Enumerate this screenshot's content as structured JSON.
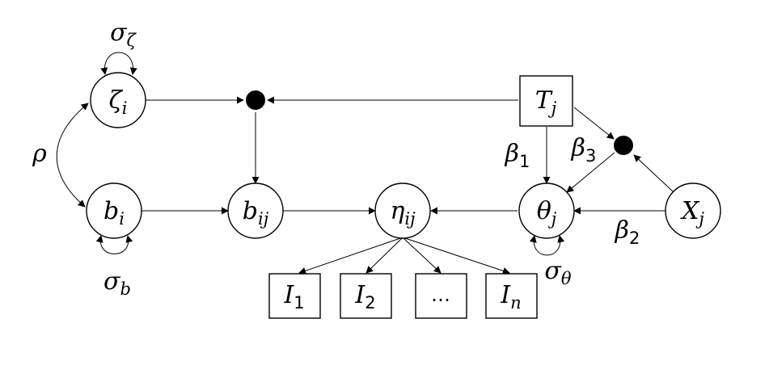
{
  "diagram": {
    "nodes": {
      "zeta_i": {
        "main": "ζ",
        "sub": "i"
      },
      "b_i": {
        "main": "b",
        "sub": "i"
      },
      "b_ij": {
        "main": "b",
        "sub": "ij"
      },
      "eta_ij": {
        "main": "η",
        "sub": "ij"
      },
      "theta_j": {
        "main": "θ",
        "sub": "j"
      },
      "x_j": {
        "main": "X",
        "sub": "j"
      },
      "t_j": {
        "main": "T",
        "sub": "j"
      },
      "i_1": {
        "main": "I",
        "sub": "1"
      },
      "i_2": {
        "main": "I",
        "sub": "2"
      },
      "i_dots": {
        "main": "…",
        "sub": ""
      },
      "i_n": {
        "main": "I",
        "sub": "n"
      }
    },
    "params": {
      "sigma_zeta": {
        "main": "σ",
        "sub": "ζ"
      },
      "sigma_b": {
        "main": "σ",
        "sub": "b"
      },
      "sigma_theta": {
        "main": "σ",
        "sub": "θ"
      },
      "rho": {
        "main": "ρ",
        "sub": ""
      },
      "beta_1": {
        "main": "β",
        "sub": "1"
      },
      "beta_2": {
        "main": "β",
        "sub": "2"
      },
      "beta_3": {
        "main": "β",
        "sub": "3"
      }
    }
  }
}
